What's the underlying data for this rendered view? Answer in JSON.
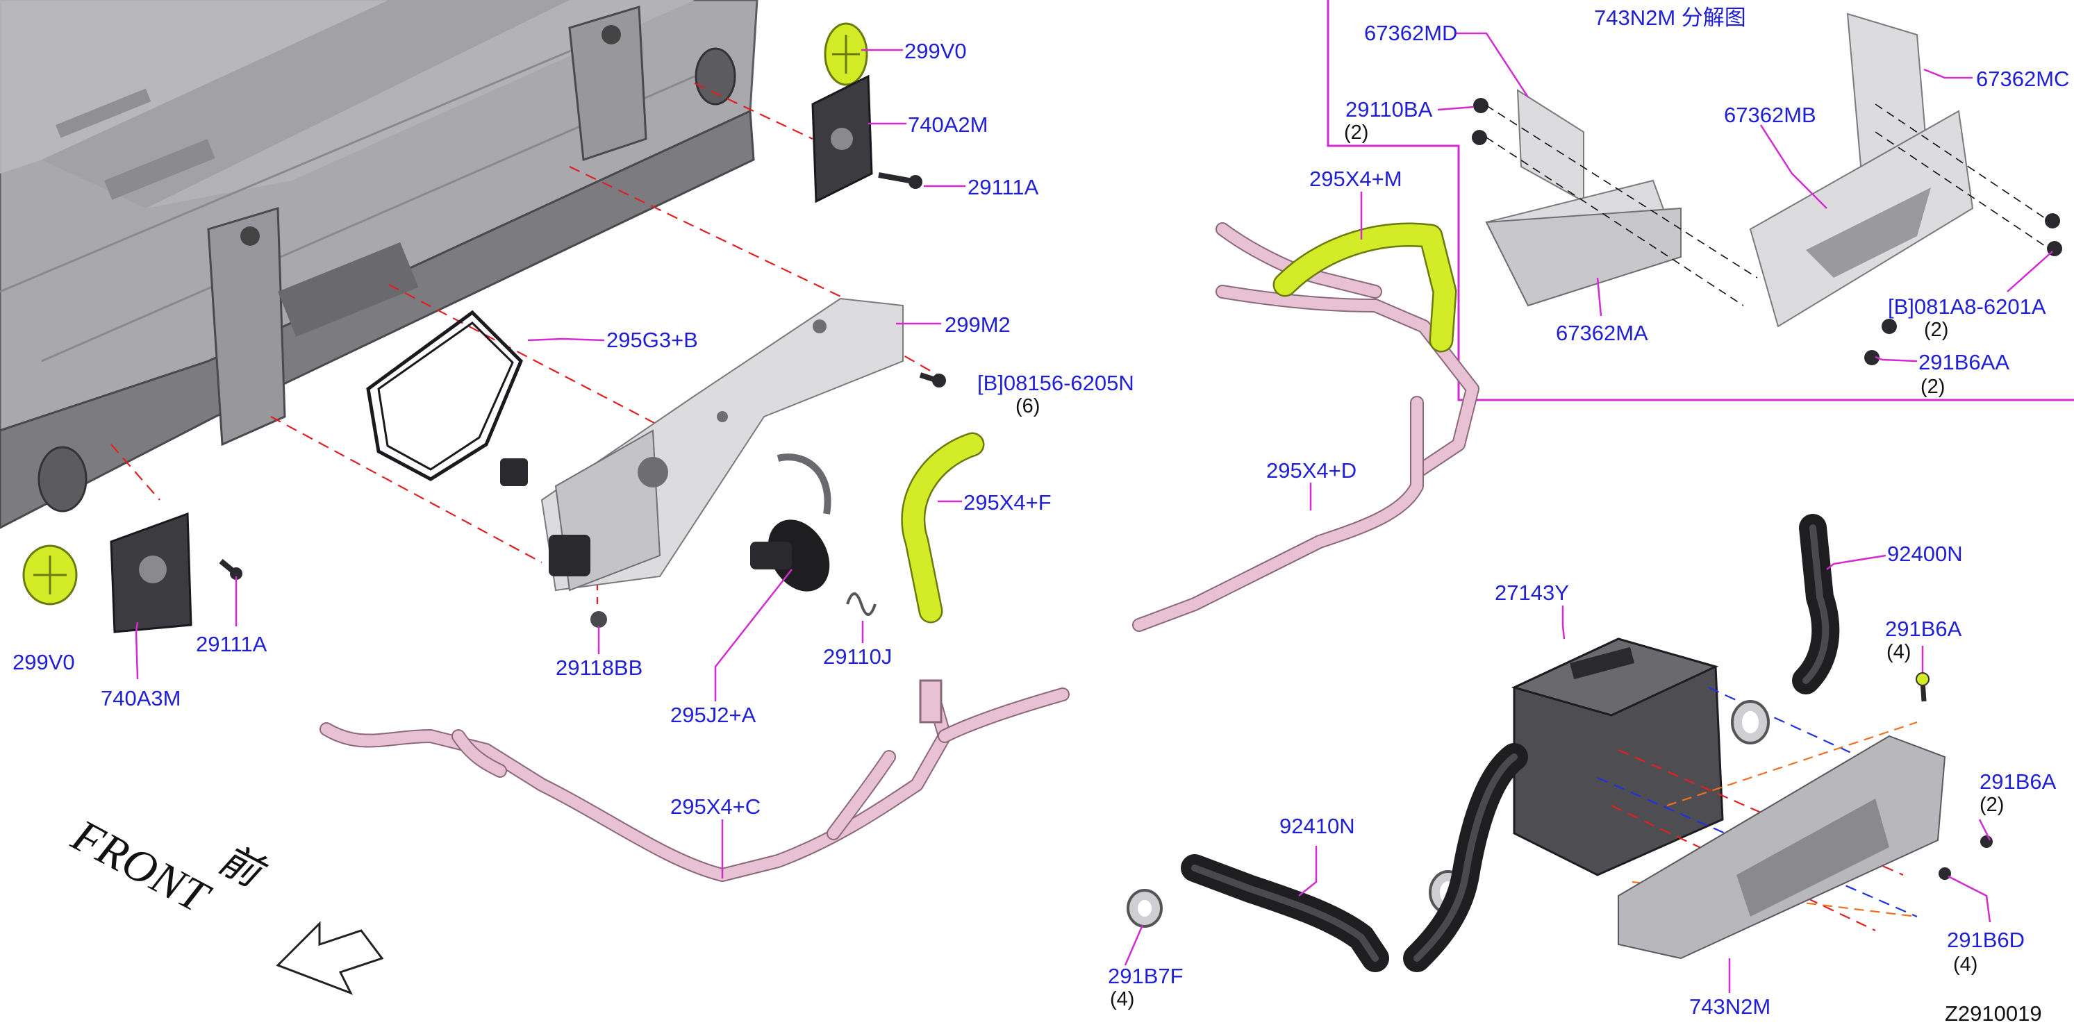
{
  "diagram": {
    "inset_title": "743N2M 分解图",
    "figure_code": "Z2910019",
    "front_label_cn": "前",
    "front_label_en": "FRONT",
    "labels": {
      "p299V0_top": "299V0",
      "p740A2M": "740A2M",
      "p29111A_top": "29111A",
      "p295G3B": "295G3+B",
      "p299M2": "299M2",
      "p08156": "[B]08156-6205N",
      "q08156": "(6)",
      "p295X4F": "295X4+F",
      "p299V0_left": "299V0",
      "p740A3M": "740A3M",
      "p29111A_left": "29111A",
      "p29118BB": "29118BB",
      "p295J2A": "295J2+A",
      "p29110J": "29110J",
      "p295X4C": "295X4+C",
      "p67362MD": "67362MD",
      "p29110BA": "29110BA",
      "q29110BA": "(2)",
      "p67362MC": "67362MC",
      "p67362MB": "67362MB",
      "p67362MA": "67362MA",
      "p081A8": "[B]081A8-6201A",
      "q081A8": "(2)",
      "p291B6AA": "291B6AA",
      "q291B6AA": "(2)",
      "p295X4M": "295X4+M",
      "p295X4D": "295X4+D",
      "p92400N": "92400N",
      "p27143Y": "27143Y",
      "p291B6A_top": "291B6A",
      "q291B6A_top": "(4)",
      "p291B6A_right": "291B6A",
      "q291B6A_right": "(2)",
      "p92410N": "92410N",
      "p291B7F": "291B7F",
      "q291B7F": "(4)",
      "p291B6D": "291B6D",
      "q291B6D": "(4)",
      "p743N2M": "743N2M"
    },
    "colors": {
      "part_number": "#1f1fd6",
      "leader": "#d22bd2",
      "dashed_red": "#e02020",
      "dashed_blue": "#2030e0",
      "inset_frame": "#d22bd2",
      "harness": "#e8c2d4",
      "yellow_part": "#d4ec28",
      "hose": "#1e1e20",
      "metal": "#b8b8bc"
    }
  }
}
